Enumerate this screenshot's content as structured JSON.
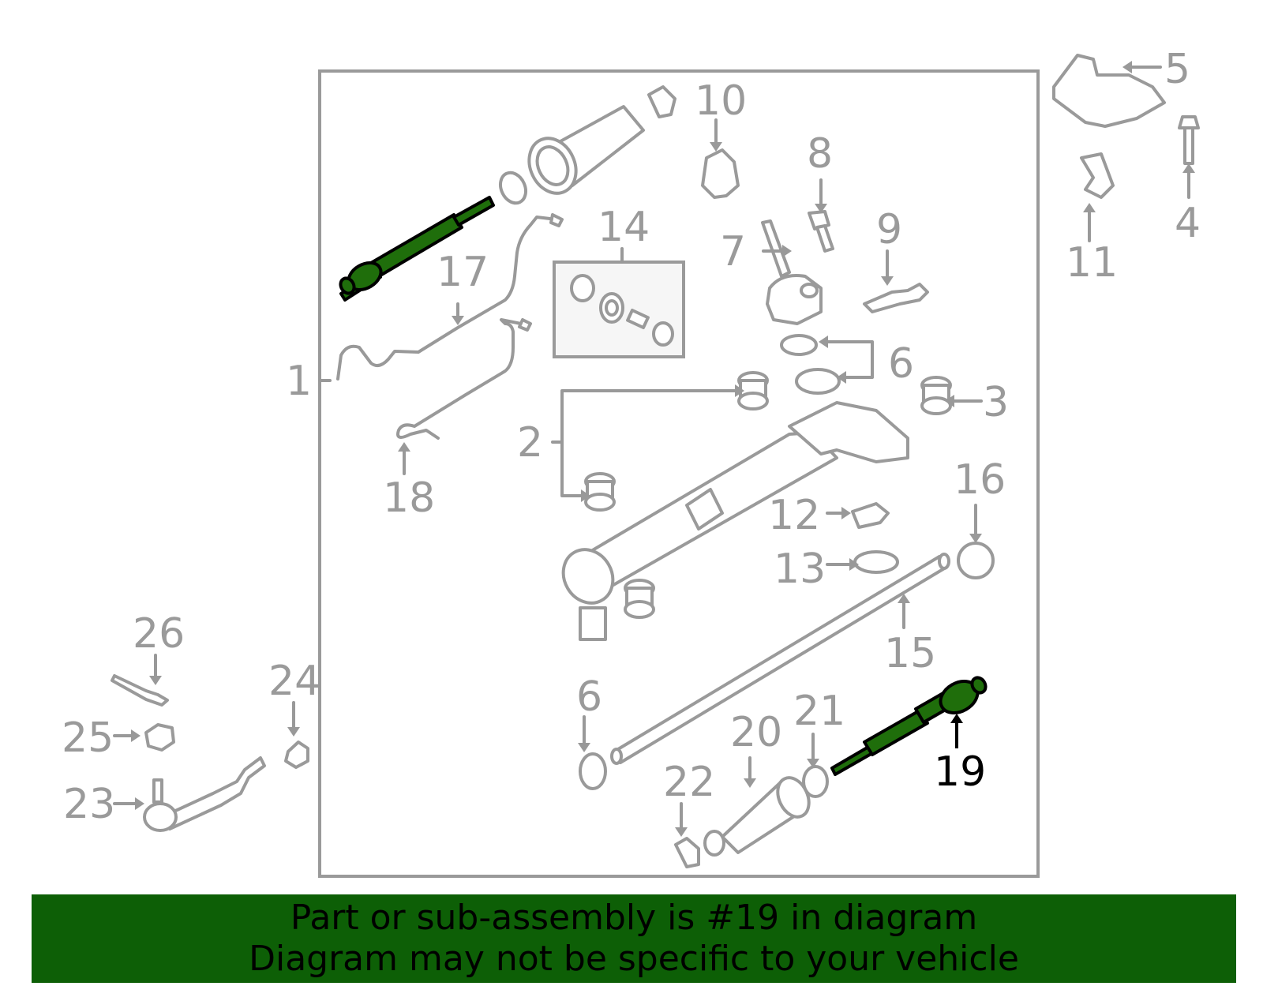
{
  "callouts": {
    "c1": "1",
    "c2": "2",
    "c3": "3",
    "c4": "4",
    "c5": "5",
    "c6a": "6",
    "c6b": "6",
    "c7": "7",
    "c8": "8",
    "c9": "9",
    "c10": "10",
    "c11": "11",
    "c12": "12",
    "c13": "13",
    "c14": "14",
    "c15": "15",
    "c16": "16",
    "c17": "17",
    "c18": "18",
    "c19": "19",
    "c20": "20",
    "c21": "21",
    "c22": "22",
    "c23": "23",
    "c24": "24",
    "c25": "25",
    "c26": "26"
  },
  "highlighted_part": "19",
  "colors": {
    "highlight": "#1f6e0b",
    "banner": "#0d5f06",
    "outline": "#9a9a9a"
  },
  "banner": {
    "line1": "Part or sub-assembly is #19 in diagram",
    "line2": "Diagram may not be specific to your vehicle"
  }
}
